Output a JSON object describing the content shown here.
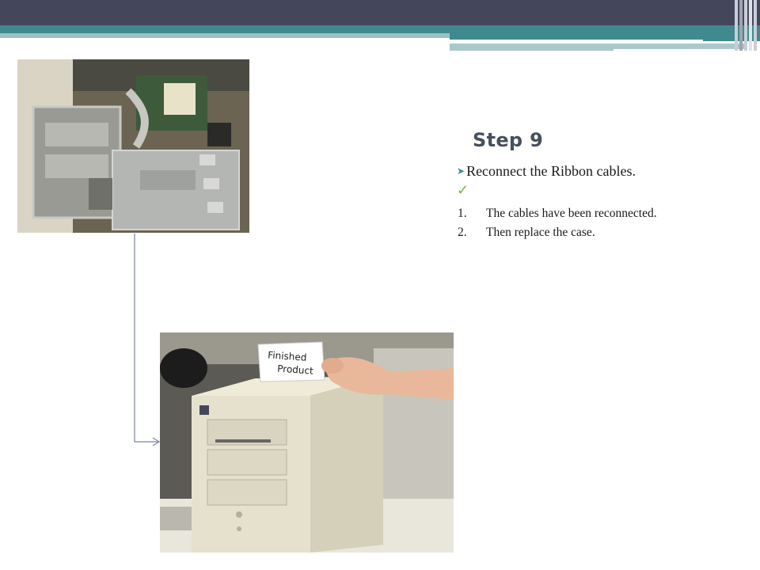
{
  "slide": {
    "title": "Step 9",
    "bullet": "Reconnect the Ribbon cables.",
    "checkmark": "✓",
    "steps": [
      {
        "num": "1.",
        "text": "The cables have been reconnected."
      },
      {
        "num": "2.",
        "text": "Then replace the case."
      }
    ],
    "photo_card_text": "Finished Product"
  },
  "colors": {
    "header_dark": "#44475c",
    "accent_teal": "#3f8a8e",
    "check_green": "#7ab648",
    "title_gray": "#46505e"
  }
}
